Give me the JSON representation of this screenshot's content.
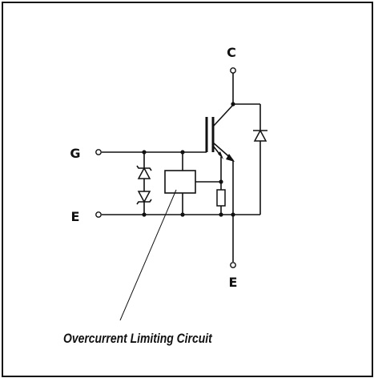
{
  "terminals": {
    "collector": "C",
    "gate": "G",
    "emitter_sense": "E",
    "emitter": "E"
  },
  "caption": "Overcurrent Limiting Circuit",
  "colors": {
    "line": "#111111",
    "background": "#ffffff"
  }
}
